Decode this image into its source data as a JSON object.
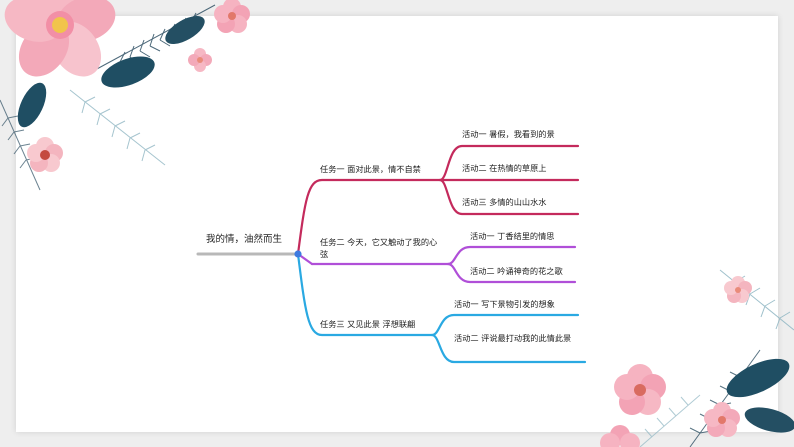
{
  "colors": {
    "root_line": "#b8b8b8",
    "root_dot": "#3d7be0",
    "task1": "#c42a5c",
    "task2": "#b04fd8",
    "task3": "#2aa9e2",
    "text": "#222222"
  },
  "mindmap": {
    "root": {
      "label": "我的情，油然而生"
    },
    "tasks": [
      {
        "label": "任务一 面对此景，情不自禁",
        "activities": [
          {
            "label": "活动一 暑假，我看到的景"
          },
          {
            "label": "活动二 在热情的草原上"
          },
          {
            "label": "活动三 多情的山山水水"
          }
        ]
      },
      {
        "label": "任务二 今天，它又触动了我的心弦",
        "activities": [
          {
            "label": "活动一 丁香结里的情思"
          },
          {
            "label": "活动二 吟诵神奇的花之歌"
          }
        ]
      },
      {
        "label": "任务三 又见此景 浮想联翩",
        "activities": [
          {
            "label": "活动一 写下景物引发的想象"
          },
          {
            "label": "活动二 评说最打动我的此情此景"
          }
        ]
      }
    ]
  },
  "decorations": {
    "top_left": "flower-cluster",
    "bottom_right": "flower-cluster"
  }
}
